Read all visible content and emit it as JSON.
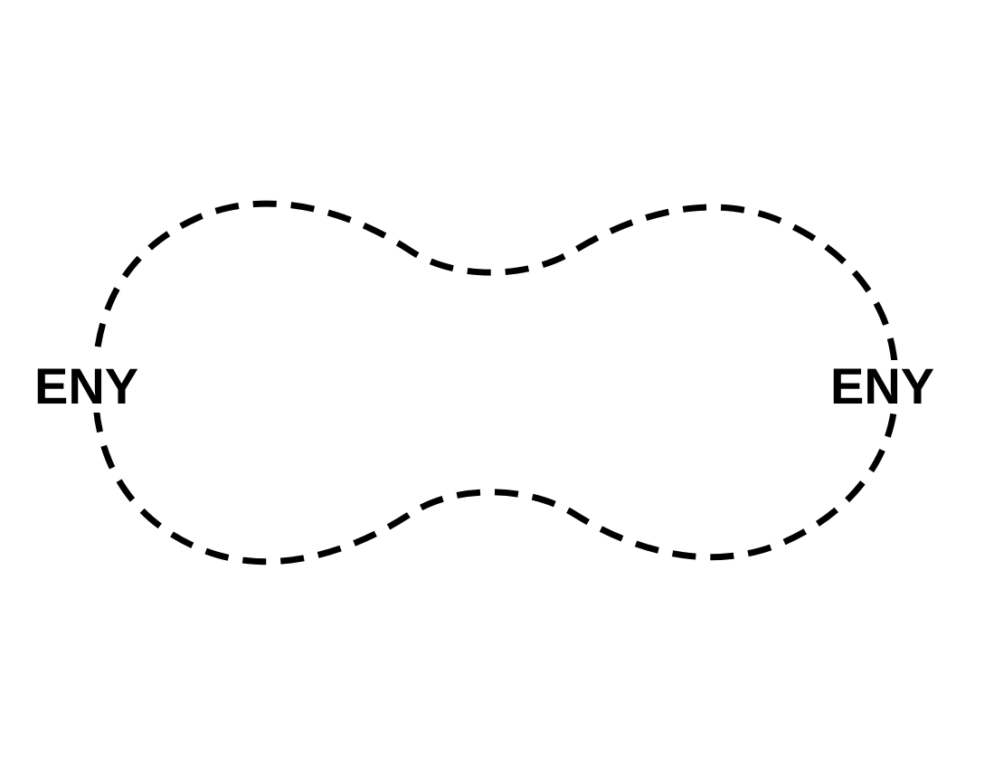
{
  "labels": {
    "left": "ENY",
    "right": "ENY"
  },
  "shape": {
    "name": "dashed-peanut-outline",
    "stroke_color": "#000000",
    "fill": "none",
    "style": "dashed"
  }
}
